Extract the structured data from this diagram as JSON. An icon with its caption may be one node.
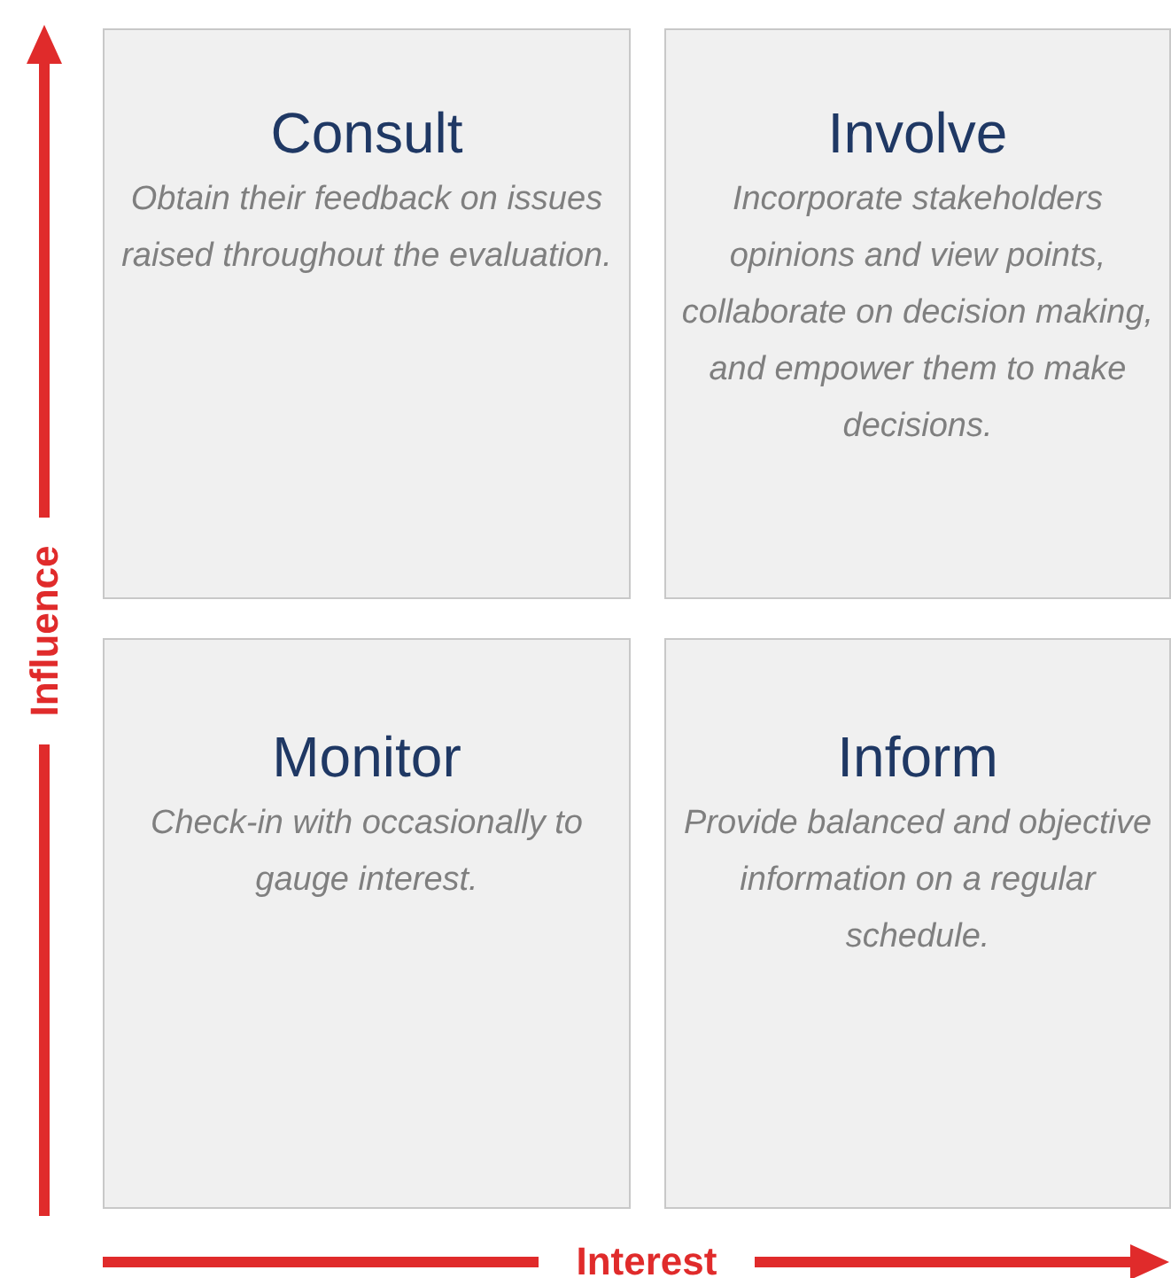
{
  "diagram": {
    "nodes": [
      {
        "text": [
          "Consult",
          "Obtain their feedback on issues raised throughout the evaluation."
        ]
      },
      {
        "text": [
          "Involve",
          "Incorporate stakeholders opinions and view points, collaborate on decision making, and empower them to make decisions."
        ]
      },
      {
        "text": [
          "Monitor",
          "Check-in with occasionally to gauge interest."
        ]
      },
      {
        "text": [
          "Inform",
          "Provide balanced and objective information on a regular schedule."
        ]
      }
    ],
    "labels": [
      "Influence",
      "Interest"
    ]
  }
}
